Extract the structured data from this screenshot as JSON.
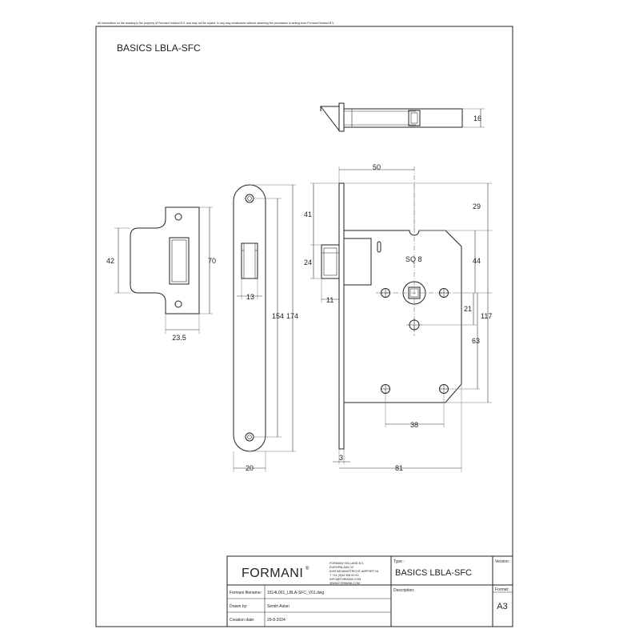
{
  "notice": "All information on the drawing is the property of Formani Holland B.V. and may not be copied, in any way whatsoever without obtaining the permission in writing from Formani Holland B.V.",
  "title": "BASICS LBLA-SFC",
  "dimensions": {
    "strike_height_inner": "42",
    "strike_height_outer": "70",
    "strike_width": "23.5",
    "faceplate_slot_width": "13",
    "faceplate_hole_spacing": "154",
    "faceplate_height": "174",
    "faceplate_width": "20",
    "backset": "50",
    "latch_top": "41",
    "latch_height": "24",
    "latch_projection": "11",
    "faceplate_thickness": "3",
    "case_depth": "81",
    "spindle_square": "SQ 8",
    "top_to_spindle": "29",
    "spindle_to_hole_upper": "44",
    "spindle_to_hole": "21",
    "case_height": "117",
    "lower_offset": "63",
    "hole_spacing_horizontal": "38",
    "latch_thickness": "16"
  },
  "title_block": {
    "logo": "FORMANI",
    "logo_mark": "®",
    "company_lines": [
      "FORMANI HOLLAND B.V.",
      "EUROPALAAN 12",
      "6199 AB MAASTRICHT-AIRPORT NL",
      "T +31 (0)43 308 00 00",
      "INFO@FORMANI.COM",
      "WWW.FORMANI.COM"
    ],
    "type_label": "Type :",
    "type_value": "BASICS LBLA-SFC",
    "version_label": "Version:",
    "description_label": "Description:",
    "format_label": "Format:",
    "format_value": "A3",
    "filename_label": "Formani filename:",
    "filename_value": "1514L001_LBLA-SFC_V01.dwg",
    "drawn_label": "Drawn by:",
    "drawn_value": "Semih Aslan",
    "date_label": "Creation date:",
    "date_value": "29-8-2024"
  }
}
